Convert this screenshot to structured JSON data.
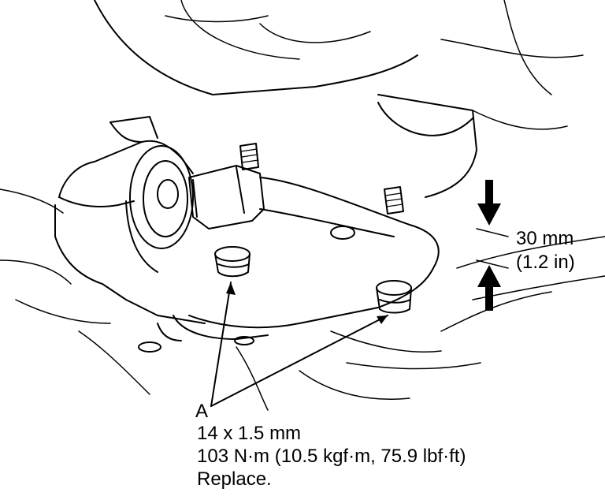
{
  "diagram": {
    "dimension": {
      "metric": "30 mm",
      "imperial": "(1.2 in)"
    },
    "callout": {
      "letter": "A",
      "bolt_size": "14 x 1.5 mm",
      "torque": "103 N·m (10.5 kgf·m, 75.9 lbf·ft)",
      "note": "Replace."
    }
  }
}
